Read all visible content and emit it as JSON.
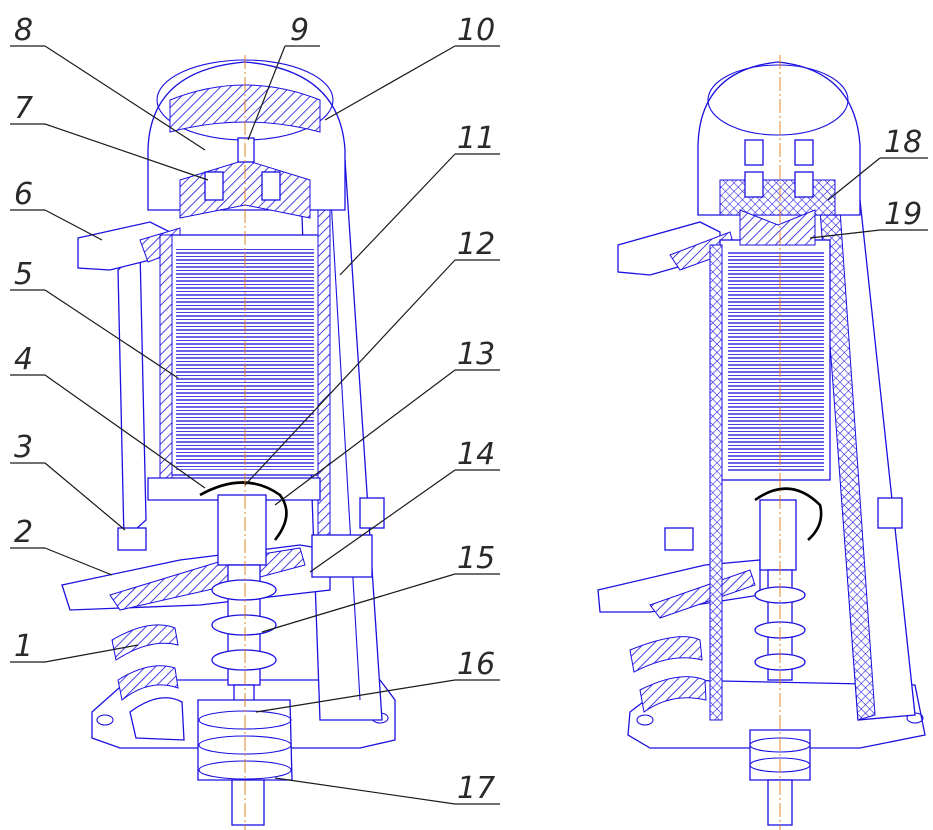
{
  "labels": [
    "8",
    "9",
    "10",
    "7",
    "11",
    "6",
    "12",
    "5",
    "13",
    "4",
    "14",
    "3",
    "2",
    "15",
    "1",
    "16",
    "17",
    "18",
    "19"
  ],
  "colors": {
    "outline": "#1a10e0",
    "centerline": "#e07818",
    "leader": "#1a1a1a",
    "label": "#2a2a2a"
  }
}
